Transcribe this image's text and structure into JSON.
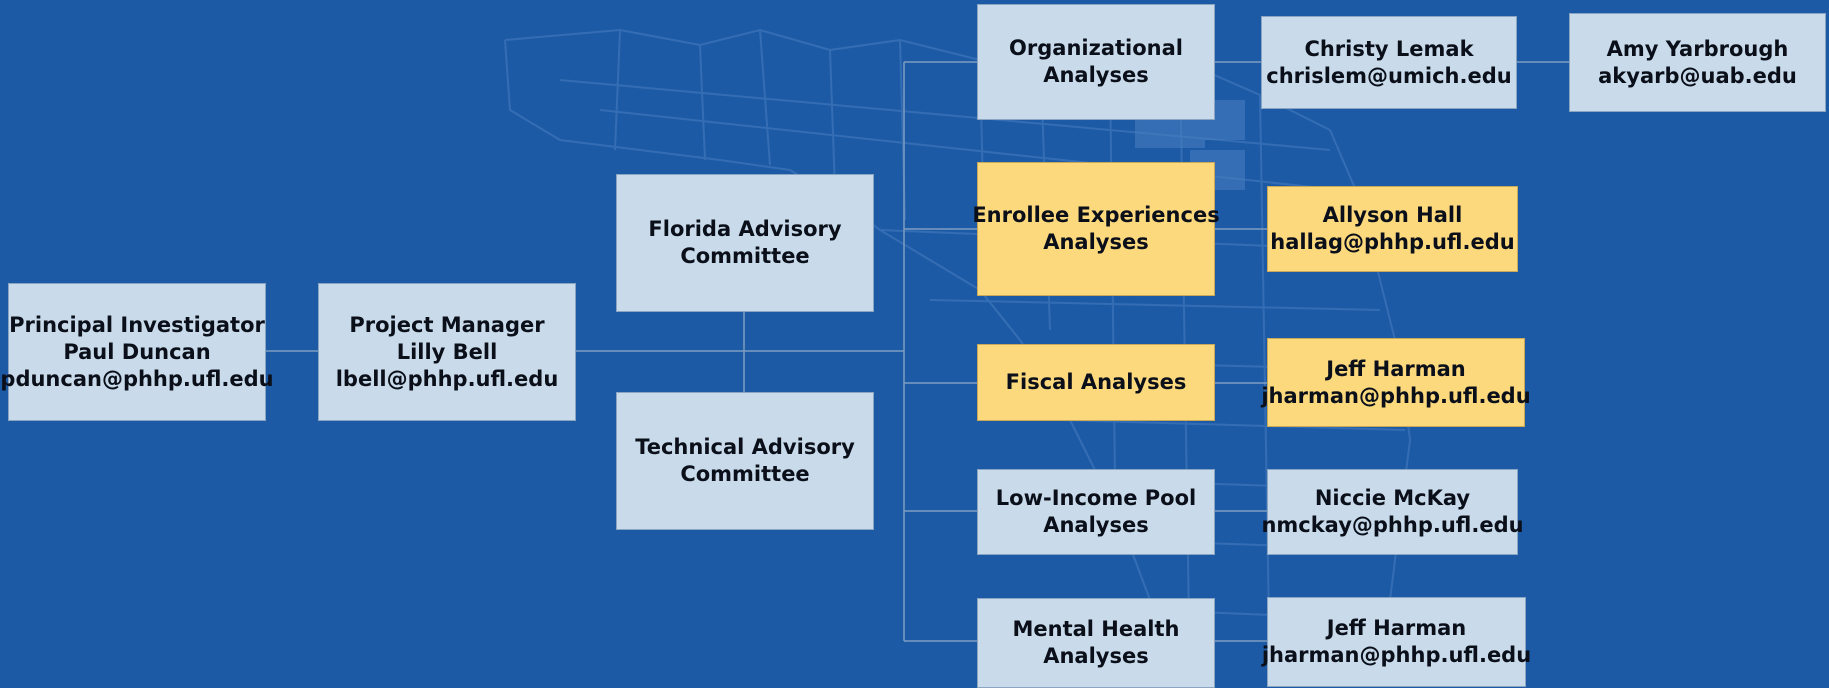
{
  "colors": {
    "background": "#1d5aa6",
    "box": "#c9dbea",
    "highlight": "#fcd97d",
    "line": "#7f9cc0"
  },
  "nodes": {
    "pi": {
      "title": "Principal Investigator",
      "name": "Paul Duncan",
      "email": "pduncan@phhp.ufl.edu"
    },
    "pm": {
      "title": "Project Manager",
      "name": "Lilly Bell",
      "email": "lbell@phhp.ufl.edu"
    },
    "florida": {
      "line1": "Florida Advisory",
      "line2": "Committee"
    },
    "technical": {
      "line1": "Technical Advisory",
      "line2": "Committee"
    },
    "organizational": {
      "line1": "Organizational",
      "line2": "Analyses"
    },
    "enrollee": {
      "line1": "Enrollee Experiences",
      "line2": "Analyses",
      "highlighted": true
    },
    "fiscal": {
      "line1": "Fiscal Analyses",
      "highlighted": true
    },
    "lip": {
      "line1": "Low-Income Pool",
      "line2": "Analyses"
    },
    "mental": {
      "line1": "Mental Health",
      "line2": "Analyses"
    },
    "lemak": {
      "name": "Christy Lemak",
      "email": "chrislem@umich.edu"
    },
    "yarbrough": {
      "name": "Amy Yarbrough",
      "email": "akyarb@uab.edu"
    },
    "hall": {
      "name": "Allyson Hall",
      "email": "hallag@phhp.ufl.edu",
      "highlighted": true
    },
    "harman1": {
      "name": "Jeff Harman",
      "email": "jharman@phhp.ufl.edu",
      "highlighted": true
    },
    "mckay": {
      "name": "Niccie McKay",
      "email": "nmckay@phhp.ufl.edu"
    },
    "harman2": {
      "name": "Jeff Harman",
      "email": "jharman@phhp.ufl.edu"
    }
  }
}
